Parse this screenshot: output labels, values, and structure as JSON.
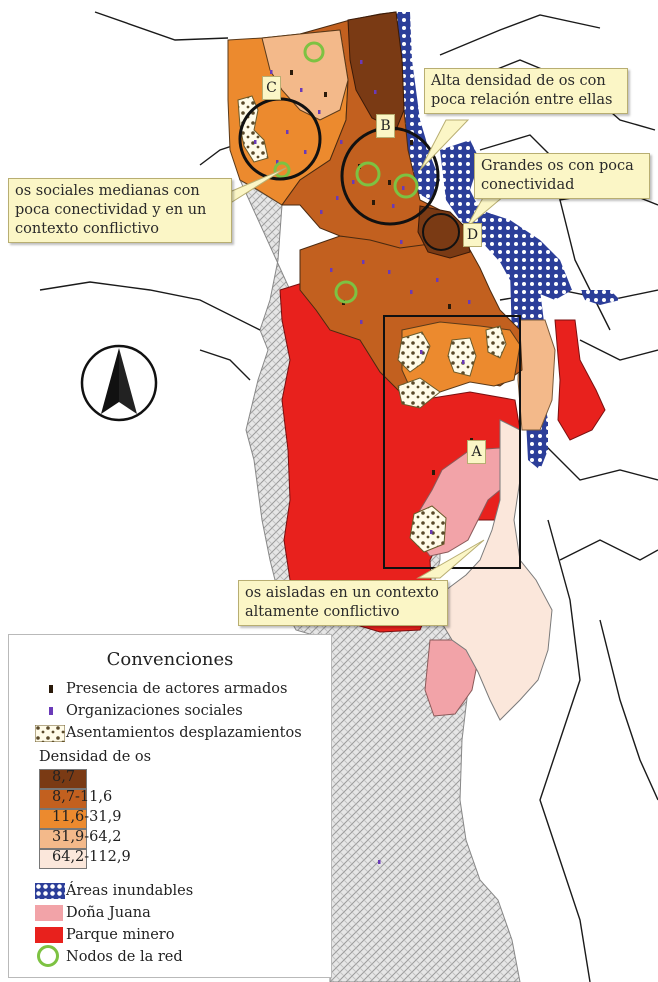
{
  "callouts": {
    "high_density": "Alta densidad de os con poca relación entre ellas",
    "large_os": "Grandes os con poca conectividad",
    "medium_os": "os sociales medianas con poca conectividad y en un contexto conflictivo",
    "isolated_os": "os aisladas en un contexto altamente conflictivo"
  },
  "zone_labels": {
    "a": "A",
    "b": "B",
    "c": "C",
    "d": "D"
  },
  "colors": {
    "density_1": "#7a3a14",
    "density_2": "#c2601f",
    "density_3": "#ec8a2e",
    "density_4": "#f3b98a",
    "density_5": "#fbe7db",
    "dona_juana": "#f2a3a8",
    "parque_minero": "#e8211d",
    "flood": "#2c3e99",
    "node_ring": "#7dc242"
  },
  "legend": {
    "title": "Convenciones",
    "armed_actors": "Presencia de actores armados",
    "social_orgs": "Organizaciones sociales",
    "settlements": "Asentamientos desplazamientos",
    "density_title": "Densidad de os",
    "density_classes": [
      "8,7",
      "8,7-11,6",
      "11,6-31,9",
      "31,9-64,2",
      "64,2-112,9"
    ],
    "flood_areas": "Áreas inundables",
    "dona_juana": "Doña Juana",
    "parque_minero": "Parque minero",
    "network_nodes": "Nodos de la red"
  },
  "north_arrow": "north-arrow-icon"
}
